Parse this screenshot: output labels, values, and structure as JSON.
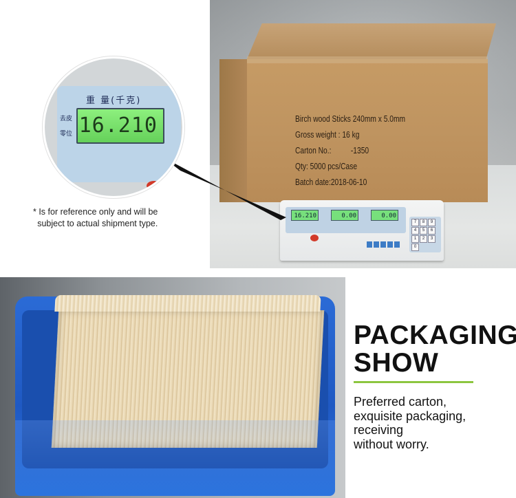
{
  "colors": {
    "accent_line": "#8cc63f",
    "bag_blue": "#1f59c3",
    "carton": "#c69b65",
    "lcd_green": "#77e07c"
  },
  "carton_label": {
    "lines": [
      "Birch wood Sticks 240mm x 5.0mm",
      "Gross weight : 16 kg",
      "Carton No.:          -1350",
      "Qty: 5000 pcs/Case",
      "Batch date:2018-06-10"
    ]
  },
  "scale": {
    "weight_display": "16.210",
    "panel_label": "重 量(千克)",
    "side_labels": [
      "去皮",
      "零位"
    ],
    "small_displays": [
      "16.210",
      "0.00",
      "0.00"
    ],
    "keypad": [
      "7",
      "8",
      "9",
      "4",
      "5",
      "6",
      "1",
      "2",
      "3",
      "0"
    ]
  },
  "note": {
    "lines": [
      "* Is for reference only and will be",
      "subject to actual shipment type."
    ]
  },
  "packaging": {
    "title_lines": [
      "PACKAGING",
      "SHOW"
    ],
    "description_lines": [
      "Preferred carton,",
      "exquisite packaging,",
      "receiving",
      "without worry."
    ]
  }
}
